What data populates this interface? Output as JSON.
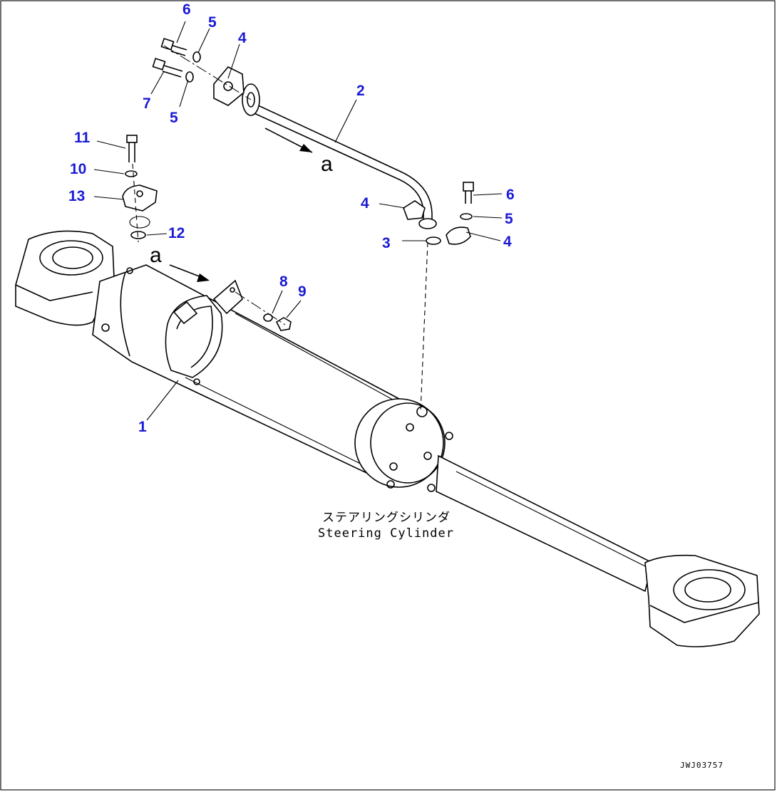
{
  "colors": {
    "callout": "#1a1ad6",
    "line": "#000000",
    "background": "#ffffff"
  },
  "callouts": [
    {
      "id": "c1",
      "label": "1"
    },
    {
      "id": "c2",
      "label": "2"
    },
    {
      "id": "c3",
      "label": "3"
    },
    {
      "id": "c4a",
      "label": "4"
    },
    {
      "id": "c4b",
      "label": "4"
    },
    {
      "id": "c4c",
      "label": "4"
    },
    {
      "id": "c5a",
      "label": "5"
    },
    {
      "id": "c5b",
      "label": "5"
    },
    {
      "id": "c5c",
      "label": "5"
    },
    {
      "id": "c6a",
      "label": "6"
    },
    {
      "id": "c6b",
      "label": "6"
    },
    {
      "id": "c7",
      "label": "7"
    },
    {
      "id": "c8",
      "label": "8"
    },
    {
      "id": "c9",
      "label": "9"
    },
    {
      "id": "c10",
      "label": "10"
    },
    {
      "id": "c11",
      "label": "11"
    },
    {
      "id": "c12",
      "label": "12"
    },
    {
      "id": "c13",
      "label": "13"
    }
  ],
  "view_marks": [
    {
      "id": "va",
      "label": "a"
    },
    {
      "id": "vb",
      "label": "a"
    }
  ],
  "annotation": {
    "japanese": "ステアリングシリンダ",
    "english": "Steering Cylinder"
  },
  "drawing_code": "JWJ03757"
}
